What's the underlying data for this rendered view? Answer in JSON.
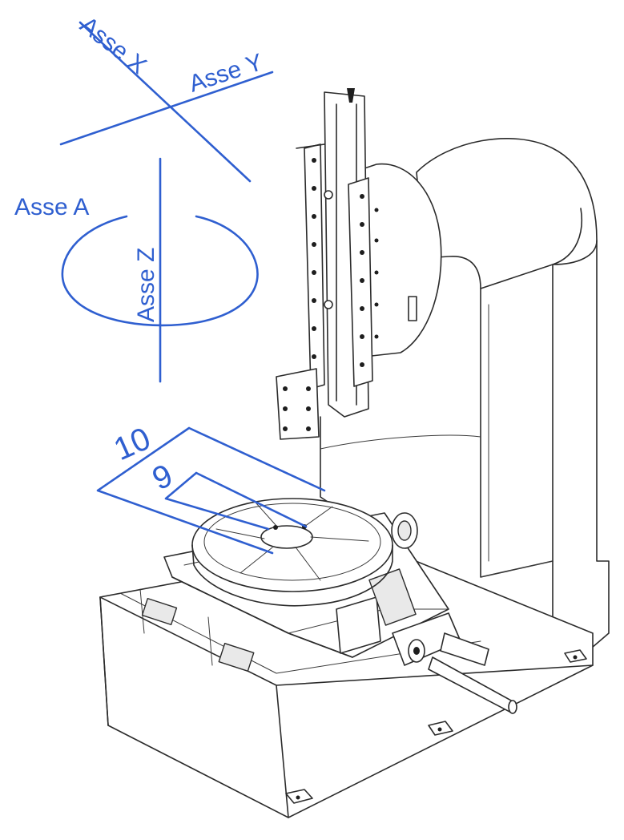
{
  "colors": {
    "annotation": "#2f5fd0",
    "line_art": "#2b2b2b",
    "background": "#ffffff"
  },
  "annotations": {
    "axis_x": "Asse X",
    "axis_y": "Asse Y",
    "axis_a": "Asse A",
    "axis_z": "Asse Z",
    "callout_outer": "10",
    "callout_inner": "9"
  }
}
